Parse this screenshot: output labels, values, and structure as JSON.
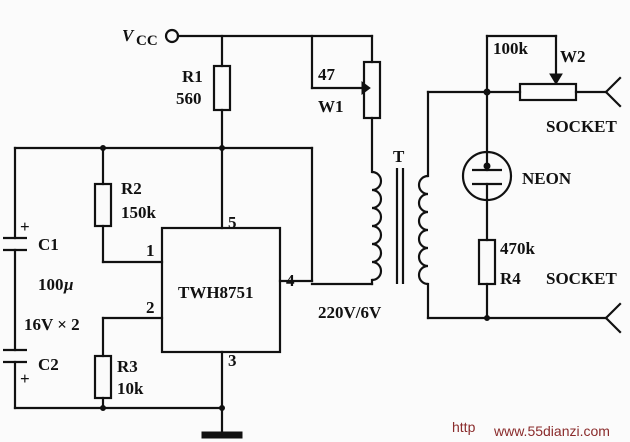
{
  "labels": {
    "vcc": "V",
    "vcc_sub": "CC",
    "r1_name": "R1",
    "r1_value": "560",
    "w1_name": "W1",
    "w1_value": "47",
    "transformer": "T",
    "transformer_rating": "220V/6V",
    "r2_name": "R2",
    "r2_value": "150k",
    "c1_name": "C1",
    "c1_value": "100",
    "c1_unit": "μ",
    "caps_rating": "16V × 2",
    "c2_name": "C2",
    "r3_name": "R3",
    "r3_value": "10k",
    "ic_name": "TWH8751",
    "pin1": "1",
    "pin2": "2",
    "pin3": "3",
    "pin4": "4",
    "pin5": "5",
    "w2_value": "100k",
    "w2_name": "W2",
    "neon": "NEON",
    "r4_value": "470k",
    "r4_name": "R4",
    "socket_top": "SOCKET",
    "socket_bottom": "SOCKET",
    "plus_c1": "+",
    "plus_c2": "+"
  },
  "watermark": {
    "prefix": "http",
    "url": "www.55dianzi.com"
  }
}
